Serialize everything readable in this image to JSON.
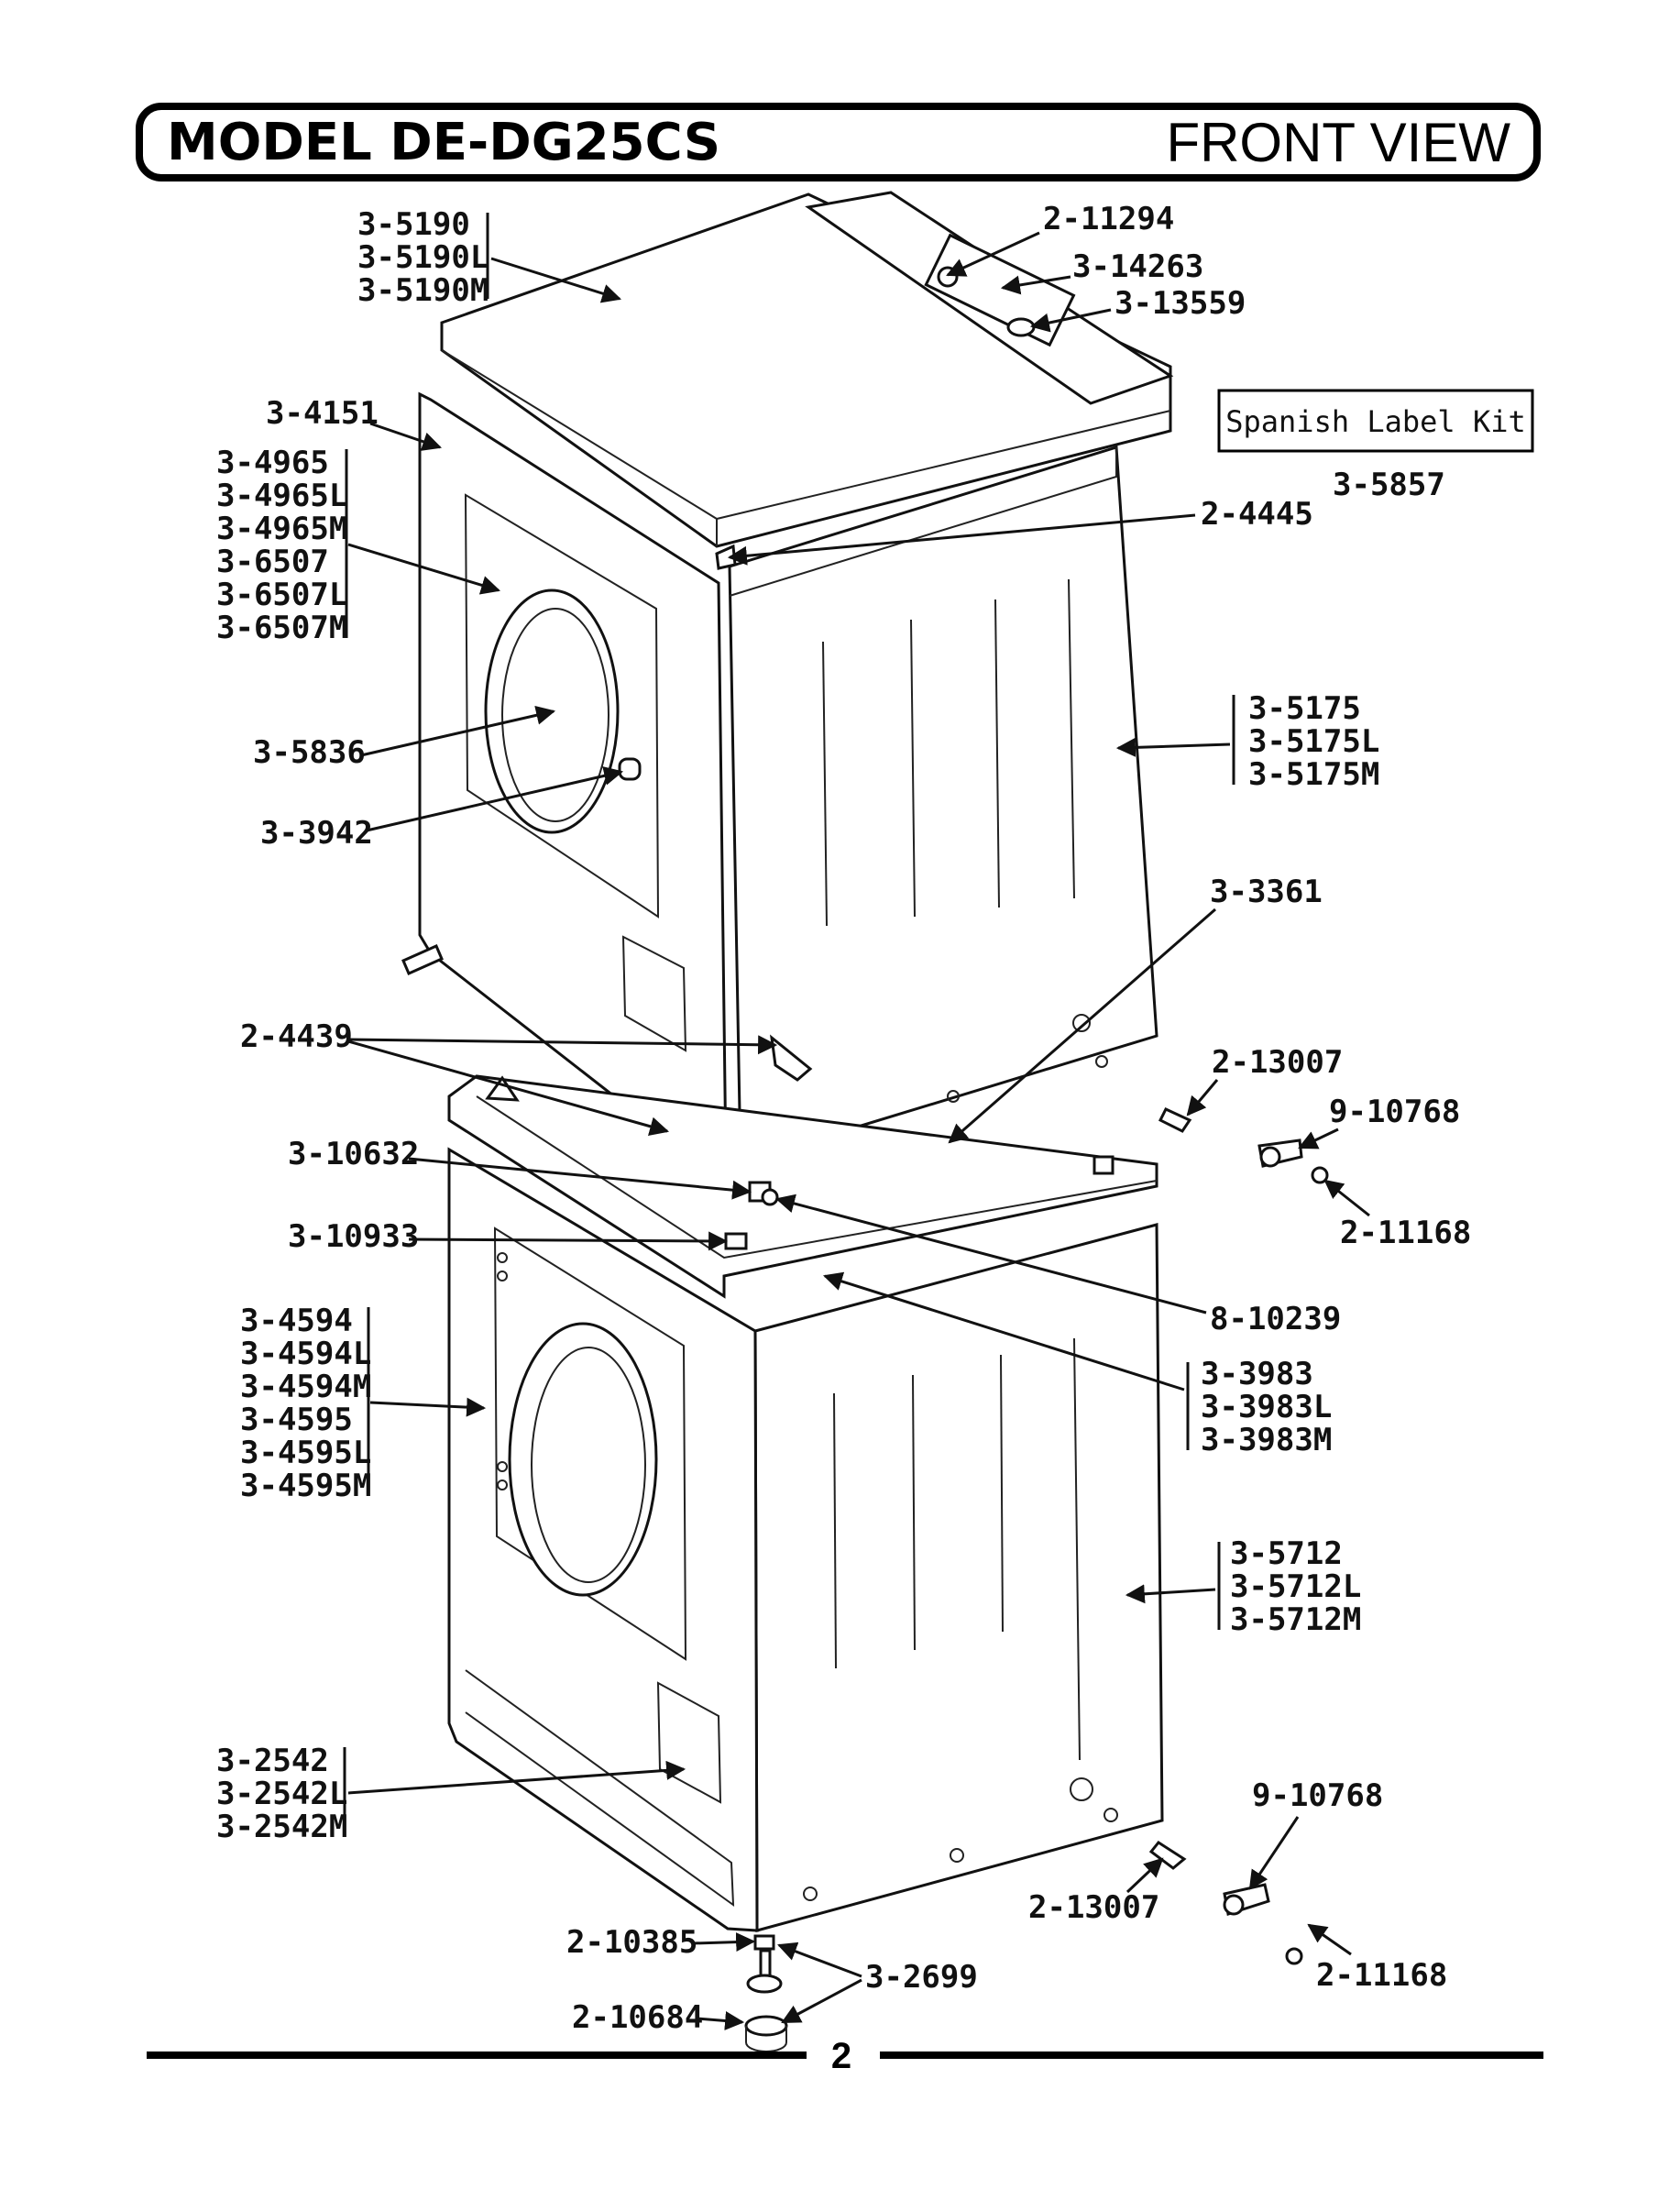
{
  "header": {
    "model": "MODEL DE-DG25CS",
    "view": "FRONT VIEW"
  },
  "kit": {
    "label": "Spanish Label Kit",
    "part": "3-5857"
  },
  "page_number": "2",
  "callouts": {
    "top_cover": [
      "3-5190",
      "3-5190L",
      "3-5190M"
    ],
    "screw_2_11294": "2-11294",
    "plate_3_14263": "3-14263",
    "plug_3_13559": "3-13559",
    "panel_3_4151": "3-4151",
    "upper_front": [
      "3-4965",
      "3-4965L",
      "3-4965M",
      "3-6507",
      "3-6507L",
      "3-6507M"
    ],
    "screw_2_4445": "2-4445",
    "upper_cabinet": [
      "3-5175",
      "3-5175L",
      "3-5175M"
    ],
    "door_glass": "3-5836",
    "knob": "3-3942",
    "base_3_3361": "3-3361",
    "clip_2_4439": "2-4439",
    "screw_2_13007_upper": "2-13007",
    "clamp_9_10768_upper": "9-10768",
    "screw_2_11168_upper": "2-11168",
    "bracket_3_10632": "3-10632",
    "nut_3_10933": "3-10933",
    "bolt_8_10239": "8-10239",
    "frame": [
      "3-3983",
      "3-3983L",
      "3-3983M"
    ],
    "lower_front": [
      "3-4594",
      "3-4594L",
      "3-4594M",
      "3-4595",
      "3-4595L",
      "3-4595M"
    ],
    "lower_cabinet": [
      "3-5712",
      "3-5712L",
      "3-5712M"
    ],
    "lower_panel": [
      "3-2542",
      "3-2542L",
      "3-2542M"
    ],
    "clamp_9_10768_lower": "9-10768",
    "screw_2_13007_lower": "2-13007",
    "screw_2_11168_lower": "2-11168",
    "nut_2_10385": "2-10385",
    "leg_3_2699": "3-2699",
    "foot_2_10684": "2-10684"
  }
}
